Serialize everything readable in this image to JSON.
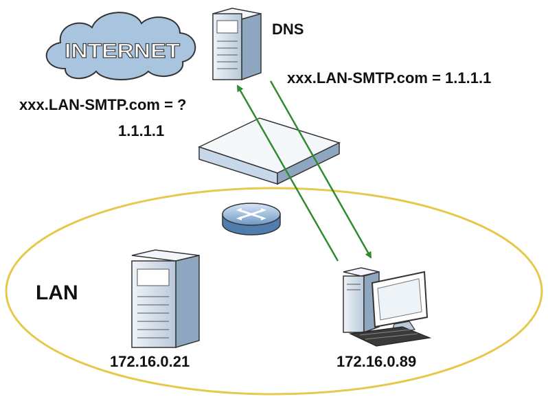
{
  "nodes": {
    "internet": {
      "label": "INTERNET"
    },
    "dns": {
      "label": "DNS"
    },
    "lan": {
      "label": "LAN"
    },
    "lan_server": {
      "label": "172.16.0.21"
    },
    "lan_pc": {
      "label": "172.16.0.89"
    }
  },
  "messages": {
    "query": "xxx.LAN-SMTP.com = ?",
    "response": "xxx.LAN-SMTP.com = 1.1.1.1",
    "resolved_ip": "1.1.1.1"
  },
  "colors": {
    "lan_ellipse": "#e6c84a",
    "arrow": "#2e8b2e",
    "cloud_fill": "#a9c4de",
    "device_fill": "#dce6f0",
    "device_stroke": "#333333"
  }
}
